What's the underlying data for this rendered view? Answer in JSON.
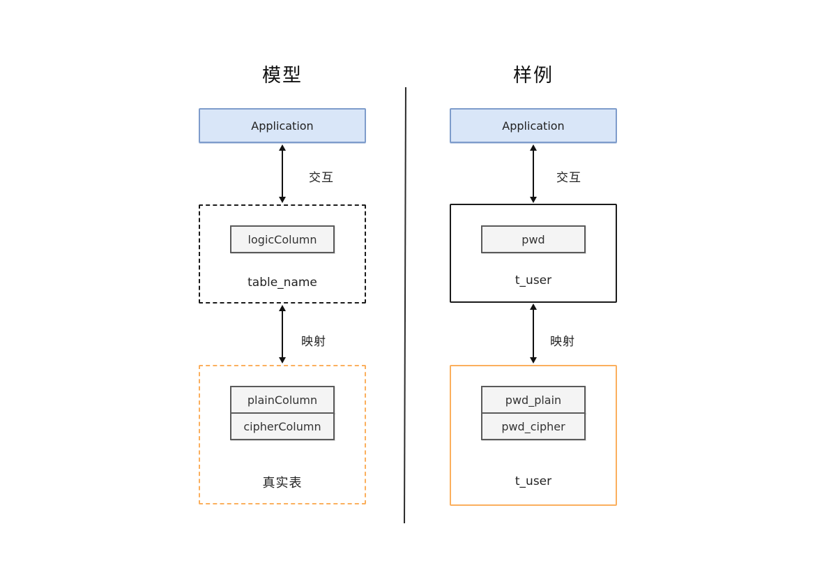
{
  "colors": {
    "application_fill": "#d9e6f8",
    "application_border": "#7e9ccb",
    "cell_fill": "#f4f4f4",
    "cell_border": "#5a5a5a",
    "logic_table_border": "#1a1a1a",
    "real_table_border": "#fbaf5d",
    "arrow_line": "#111111"
  },
  "icons": {
    "interact_arrow": "double-headed-vertical-arrow",
    "map_arrow": "double-headed-vertical-arrow"
  },
  "model": {
    "title": "模型",
    "application_label": "Application",
    "interact_arrow_label": "交互",
    "logic_table": {
      "cells": [
        "logicColumn"
      ],
      "name": "table_name"
    },
    "map_arrow_label": "映射",
    "real_table": {
      "cells": [
        "plainColumn",
        "cipherColumn"
      ],
      "name": "真实表"
    }
  },
  "example": {
    "title": "样例",
    "application_label": "Application",
    "interact_arrow_label": "交互",
    "logic_table": {
      "cells": [
        "pwd"
      ],
      "name": "t_user"
    },
    "map_arrow_label": "映射",
    "real_table": {
      "cells": [
        "pwd_plain",
        "pwd_cipher"
      ],
      "name": "t_user"
    }
  }
}
